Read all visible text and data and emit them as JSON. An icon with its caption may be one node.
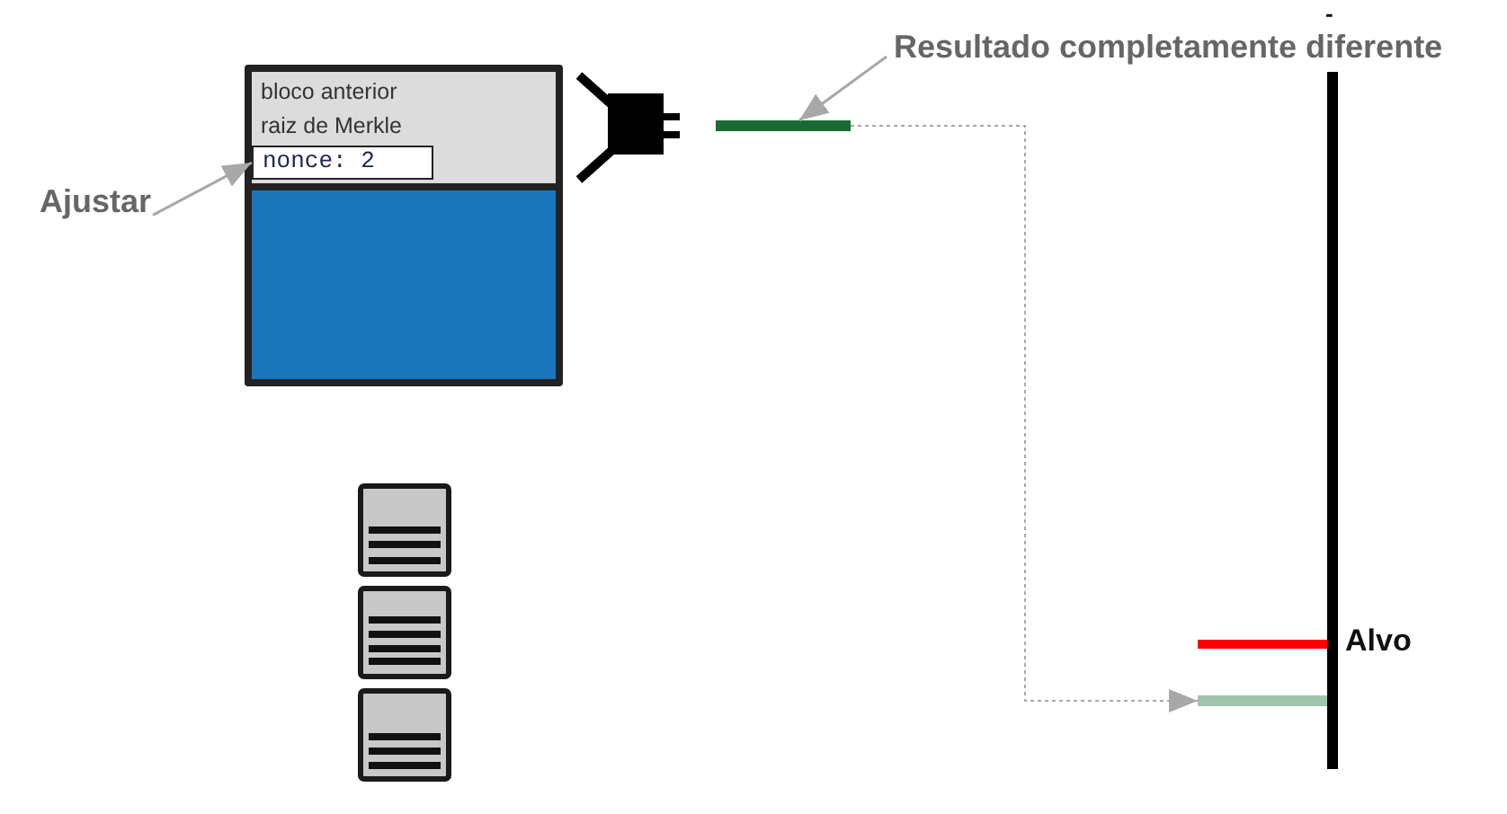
{
  "diagram": {
    "nodes": [
      {
        "text": [
          "bloco anterior",
          "raiz de Merkle"
        ]
      },
      {
        "text": [
          "nonce: 2"
        ],
        "in": 0
      },
      {
        "text": [
          "Ajustar"
        ]
      },
      {
        "text": [
          "Resultado completamente diferente"
        ]
      },
      {
        "text": [],
        "shape": "bar"
      },
      {
        "text": [],
        "shape": "bar"
      }
    ],
    "edges": [
      {
        "from": 2,
        "to": 1,
        "arrow": "to"
      },
      {
        "from": 3,
        "to": 4,
        "arrow": "to"
      },
      {
        "from": 4,
        "to": 5,
        "arrow": "to",
        "style": "dashed"
      }
    ],
    "labels": [
      "-",
      "Alvo"
    ]
  }
}
